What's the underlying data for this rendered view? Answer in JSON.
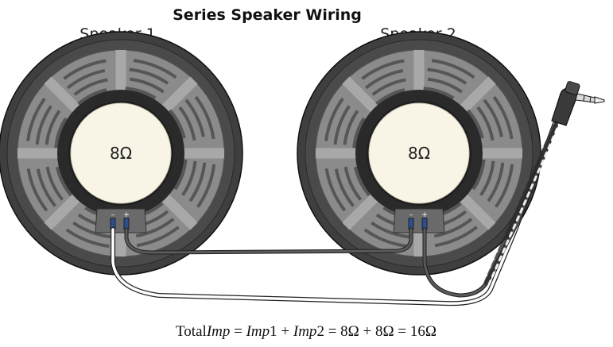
{
  "title": "Series Speaker Wiring",
  "speakers": [
    {
      "label": "Speaker 1",
      "impedance": "8Ω"
    },
    {
      "label": "Speaker 2",
      "impedance": "8Ω"
    }
  ],
  "terminals": {
    "negative": "–",
    "positive": "+"
  },
  "formula": {
    "total_prefix": "Total",
    "total_imp": "Imp",
    "eq1": " = ",
    "imp1_it": "Imp",
    "imp1_num": "1",
    "plus1": " + ",
    "imp2_it": "Imp",
    "imp2_num": "2",
    "rest": " = 8Ω + 8Ω = 16Ω"
  },
  "colors": {
    "speaker_frame": "#3f3f40",
    "speaker_basket": "#8b8b8c",
    "dust_cap": "#f8f5e6",
    "wire_dark": "#4a4a4a",
    "wire_light": "#ffffff",
    "terminal_blue": "#2d4f8e"
  },
  "icons": [
    "speaker-1-icon",
    "speaker-2-icon",
    "quarter-inch-plug-icon"
  ]
}
